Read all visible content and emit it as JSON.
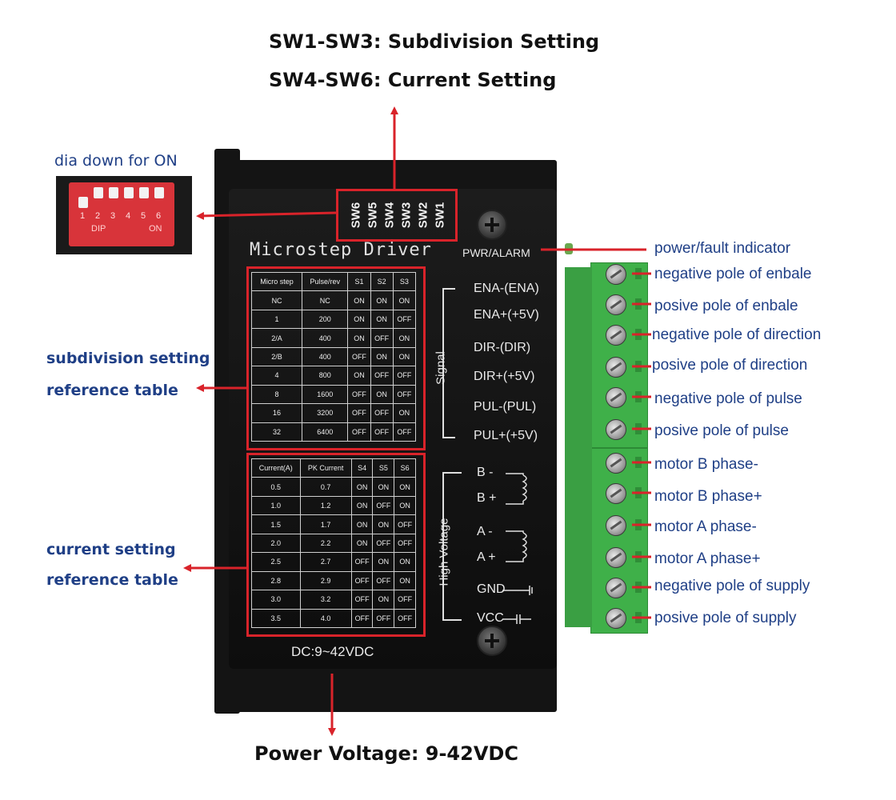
{
  "headings": {
    "subdivision": "SW1-SW3: Subdivision Setting",
    "current": "SW4-SW6: Current Setting",
    "power": "Power Voltage: 9-42VDC"
  },
  "dip": {
    "caption": "dia down for ON",
    "numbers": [
      "1",
      "2",
      "3",
      "4",
      "5",
      "6"
    ],
    "dip_word": "DIP",
    "on_word": "ON"
  },
  "side_labels": {
    "subdivision_line1": "subdivision setting",
    "subdivision_line2": "reference table",
    "current_line1": "current setting",
    "current_line2": "reference table"
  },
  "board": {
    "title": "Microstep Driver",
    "switches": [
      "SW6",
      "SW5",
      "SW4",
      "SW3",
      "SW2",
      "SW1"
    ],
    "pwr_alarm": "PWR/ALARM",
    "signal_group": "Signal",
    "hv_group": "High Voltage",
    "signal_pins": [
      "ENA-(ENA)",
      "ENA+(+5V)",
      "DIR-(DIR)",
      "DIR+(+5V)",
      "PUL-(PUL)",
      "PUL+(+5V)"
    ],
    "hv_pins": [
      "B -",
      "B +",
      "A -",
      "A +",
      "GND",
      "VCC"
    ],
    "dc": "DC:9~42VDC"
  },
  "subdivision_table": {
    "headers": [
      "Micro step",
      "Pulse/rev",
      "S1",
      "S2",
      "S3"
    ],
    "rows": [
      [
        "NC",
        "NC",
        "ON",
        "ON",
        "ON"
      ],
      [
        "1",
        "200",
        "ON",
        "ON",
        "OFF"
      ],
      [
        "2/A",
        "400",
        "ON",
        "OFF",
        "ON"
      ],
      [
        "2/B",
        "400",
        "OFF",
        "ON",
        "ON"
      ],
      [
        "4",
        "800",
        "ON",
        "OFF",
        "OFF"
      ],
      [
        "8",
        "1600",
        "OFF",
        "ON",
        "OFF"
      ],
      [
        "16",
        "3200",
        "OFF",
        "OFF",
        "ON"
      ],
      [
        "32",
        "6400",
        "OFF",
        "OFF",
        "OFF"
      ]
    ]
  },
  "current_table": {
    "headers": [
      "Current(A)",
      "PK Current",
      "S4",
      "S5",
      "S6"
    ],
    "rows": [
      [
        "0.5",
        "0.7",
        "ON",
        "ON",
        "ON"
      ],
      [
        "1.0",
        "1.2",
        "ON",
        "OFF",
        "ON"
      ],
      [
        "1.5",
        "1.7",
        "ON",
        "ON",
        "OFF"
      ],
      [
        "2.0",
        "2.2",
        "ON",
        "OFF",
        "OFF"
      ],
      [
        "2.5",
        "2.7",
        "OFF",
        "ON",
        "ON"
      ],
      [
        "2.8",
        "2.9",
        "OFF",
        "OFF",
        "ON"
      ],
      [
        "3.0",
        "3.2",
        "OFF",
        "ON",
        "OFF"
      ],
      [
        "3.5",
        "4.0",
        "OFF",
        "OFF",
        "OFF"
      ]
    ]
  },
  "terminal_labels": [
    "power/fault indicator",
    "negative pole of enbale",
    "posive pole of enbale",
    "negative pole of direction",
    "posive pole of direction",
    "negative pole of pulse",
    "posive pole of pulse",
    "motor B phase-",
    "motor B phase+",
    "motor A phase-",
    "motor A phase+",
    "negative pole of supply",
    "posive pole of supply"
  ],
  "colors": {
    "arrow": "#d9232a",
    "label_blue": "#1f3f86",
    "terminal_green": "#3fb049"
  }
}
